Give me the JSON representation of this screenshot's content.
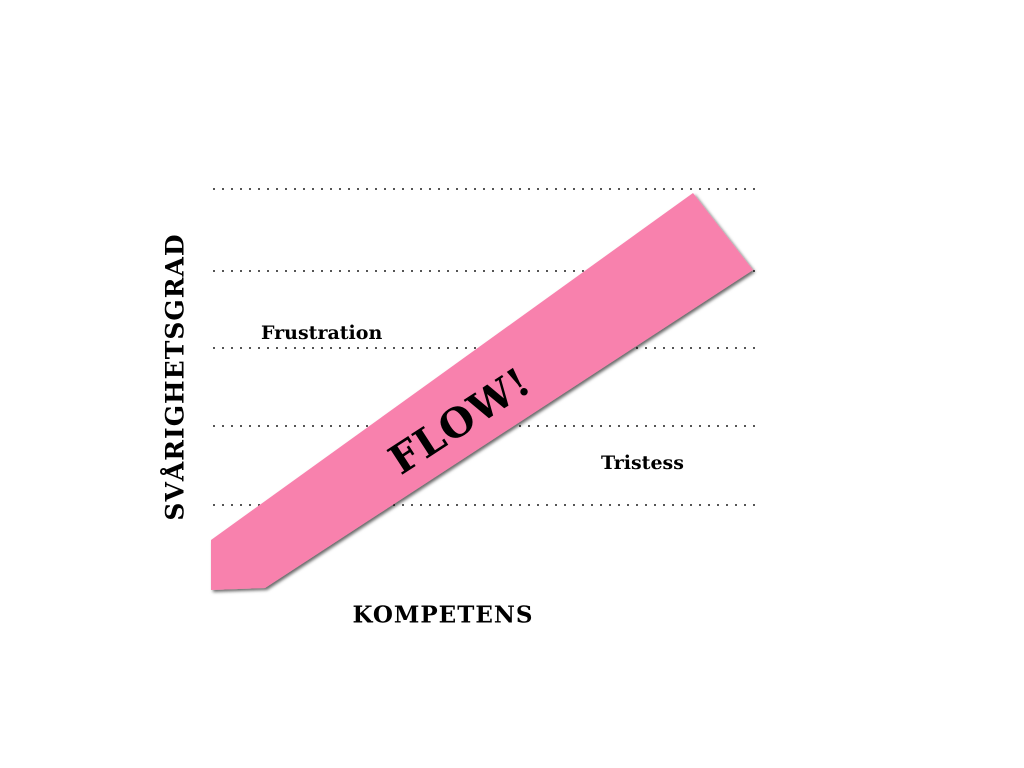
{
  "diagram": {
    "y_axis_label": "SVÅRIGHETSGRAD",
    "x_axis_label": "KOMPETENS",
    "region_above": "Frustration",
    "region_below": "Tristess",
    "band_label": "FLOW!",
    "band_color": "#f881ad"
  }
}
